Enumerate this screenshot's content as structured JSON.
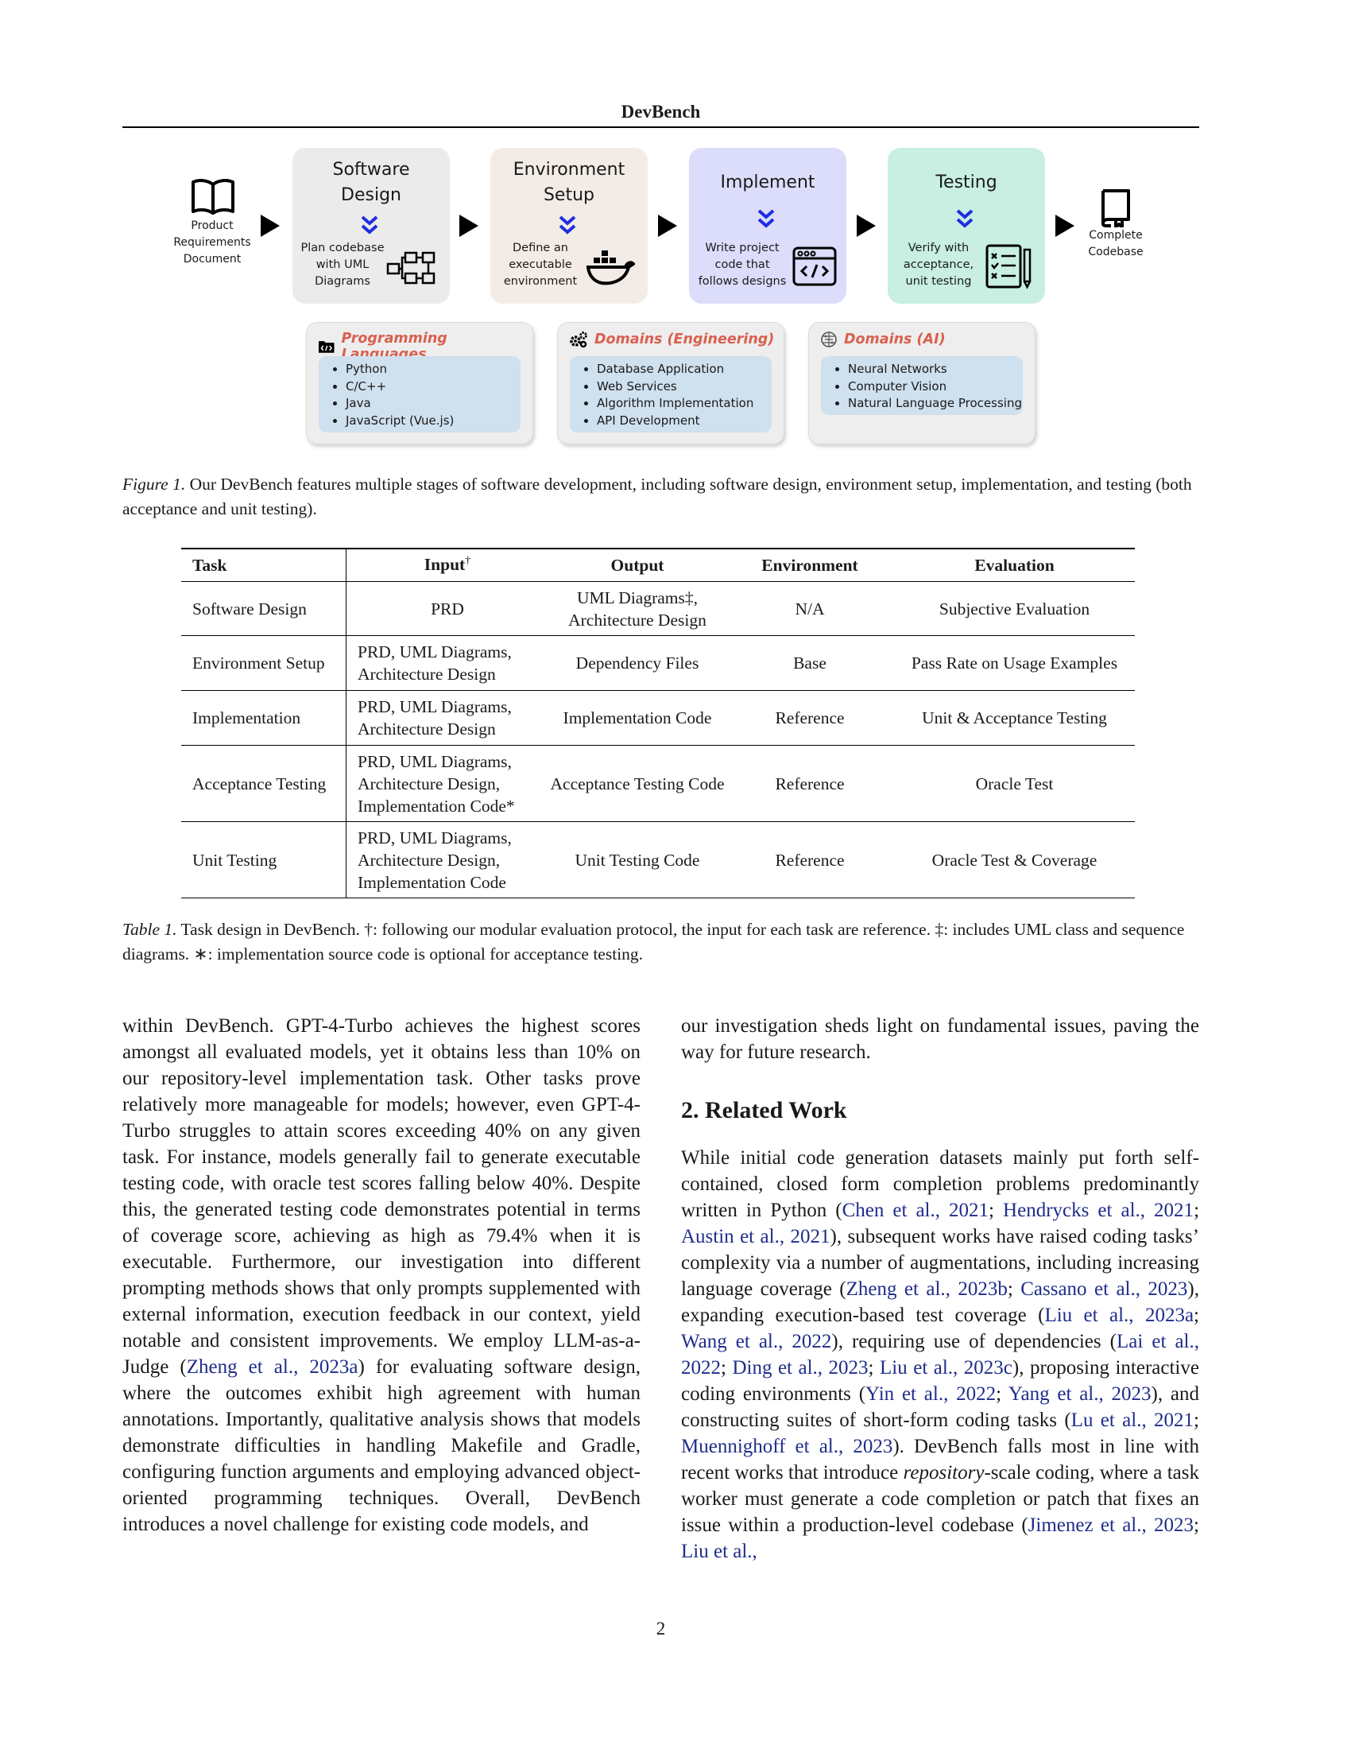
{
  "header": {
    "title": "DevBench"
  },
  "pipeline": {
    "start": {
      "label": "Product Requirements Document",
      "lines": [
        "Product",
        "Requirements",
        "Document"
      ]
    },
    "end": {
      "label": "Complete Codebase",
      "lines": [
        "Complete",
        "Codebase"
      ]
    },
    "stages": [
      {
        "title": "Software Design",
        "title_lines": [
          "Software",
          "Design"
        ],
        "desc_lines": [
          "Plan codebase",
          "with UML",
          "Diagrams"
        ],
        "icon": "uml-diagram-icon",
        "color": "#ebebeb"
      },
      {
        "title": "Environment Setup",
        "title_lines": [
          "Environment",
          "Setup"
        ],
        "desc_lines": [
          "Define an",
          "executable",
          "environment"
        ],
        "icon": "docker-whale-icon",
        "color": "#f3ece6"
      },
      {
        "title": "Implement",
        "title_lines": [
          "Implement"
        ],
        "desc_lines": [
          "Write project",
          "code that",
          "follows designs"
        ],
        "icon": "code-window-icon",
        "color": "#dcdcfb"
      },
      {
        "title": "Testing",
        "title_lines": [
          "Testing"
        ],
        "desc_lines": [
          "Verify with",
          "acceptance,",
          "unit testing"
        ],
        "icon": "checklist-icon",
        "color": "#c8efe1"
      }
    ],
    "chevron_color": "#1f2de0"
  },
  "panels": [
    {
      "title": "Programming Languages",
      "icon": "code-folder-icon",
      "items": [
        "Python",
        "C/C++",
        "Java",
        "JavaScript (Vue.js)"
      ]
    },
    {
      "title": "Domains (Engineering)",
      "icon": "gears-icon",
      "items": [
        "Database Application",
        "Web Services",
        "Algorithm Implementation",
        "API Development"
      ]
    },
    {
      "title": "Domains (AI)",
      "icon": "brain-icon",
      "items": [
        "Neural Networks",
        "Computer Vision",
        "Natural Language Processing"
      ]
    }
  ],
  "figure_caption": {
    "label": "Figure 1.",
    "text": "Our DevBench features multiple stages of software development, including software design, environment setup, implementation, and testing (both acceptance and unit testing)."
  },
  "table": {
    "headers": [
      "Task",
      "Input",
      "Output",
      "Environment",
      "Evaluation"
    ],
    "input_header_mark": "†",
    "rows": [
      {
        "task": "Software Design",
        "input": [
          "PRD"
        ],
        "output": [
          "UML Diagrams‡,",
          "Architecture Design"
        ],
        "environment": "N/A",
        "evaluation": "Subjective Evaluation"
      },
      {
        "task": "Environment Setup",
        "input": [
          "PRD, UML Diagrams,",
          "Architecture Design"
        ],
        "output": [
          "Dependency Files"
        ],
        "environment": "Base",
        "evaluation": "Pass Rate on Usage Examples"
      },
      {
        "task": "Implementation",
        "input": [
          "PRD, UML Diagrams,",
          "Architecture Design"
        ],
        "output": [
          "Implementation Code"
        ],
        "environment": "Reference",
        "evaluation": "Unit & Acceptance Testing"
      },
      {
        "task": "Acceptance Testing",
        "input": [
          "PRD, UML Diagrams,",
          "Architecture Design,",
          "Implementation Code*"
        ],
        "output": [
          "Acceptance Testing Code"
        ],
        "environment": "Reference",
        "evaluation": "Oracle Test"
      },
      {
        "task": "Unit Testing",
        "input": [
          "PRD, UML Diagrams,",
          "Architecture Design,",
          "Implementation Code"
        ],
        "output": [
          "Unit Testing Code"
        ],
        "environment": "Reference",
        "evaluation": "Oracle Test & Coverage"
      }
    ]
  },
  "table_caption": {
    "label": "Table 1.",
    "text": "Task design in DevBench. †: following our modular evaluation protocol, the input for each task are reference. ‡: includes UML class and sequence diagrams. ∗: implementation source code is optional for acceptance testing."
  },
  "left_column": {
    "p1": "within DevBench. GPT-4-Turbo achieves the highest scores amongst all evaluated models, yet it obtains less than 10% on our repository-level implementation task. Other tasks prove relatively more manageable for models; however, even GPT-4-Turbo struggles to attain scores exceeding 40% on any given task. For instance, models generally fail to generate executable testing code, with oracle test scores falling below 40%. Despite this, the generated testing code demonstrates potential in terms of coverage score, achieving as high as 79.4% when it is executable. Furthermore, our investigation into different prompting methods shows that only prompts supplemented with external information, execution feedback in our context, yield notable and consistent improvements. We employ LLM-as-a-Judge (",
    "cite1": "Zheng et al., 2023a",
    "p2": ") for evaluating software design, where the outcomes exhibit high agreement with human annotations. Importantly, qualitative analysis shows that models demonstrate difficulties in handling Makefile and Gradle, configuring function arguments and employing advanced object-oriented programming techniques. Overall, DevBench introduces a novel challenge for existing code models, and"
  },
  "right_column": {
    "intro": "our investigation sheds light on fundamental issues, paving the way for future research.",
    "section_title": "2. Related Work",
    "t1": "While initial code generation datasets mainly put forth self-contained, closed form completion problems predominantly written in Python (",
    "c1": "Chen et al., 2021",
    "s1": "; ",
    "c2": "Hendrycks et al., 2021",
    "s2": "; ",
    "c3": "Austin et al., 2021",
    "t2": "), subsequent works have raised coding tasks’ complexity via a number of augmentations, including increasing language coverage (",
    "c4": "Zheng et al., 2023b",
    "s3": "; ",
    "c5": "Cassano et al., 2023",
    "t3": "), expanding execution-based test coverage (",
    "c6": "Liu et al., 2023a",
    "s4": "; ",
    "c7": "Wang et al., 2022",
    "t4": "), requiring use of dependencies (",
    "c8": "Lai et al., 2022",
    "s5": "; ",
    "c9": "Ding et al., 2023",
    "s6": "; ",
    "c10": "Liu et al., 2023c",
    "t5": "), proposing interactive coding environments (",
    "c11": "Yin et al., 2022",
    "s7": "; ",
    "c12": "Yang et al., 2023",
    "t6": "), and constructing suites of short-form coding tasks (",
    "c13": "Lu et al., 2021",
    "s8": "; ",
    "c14": "Muennighoff et al., 2023",
    "t7": "). DevBench falls most in line with recent works that introduce ",
    "em": "repository",
    "t8": "-scale coding, where a task worker must generate a code completion or patch that fixes an issue within a production-level codebase (",
    "c15": "Jimenez et al., 2023",
    "s9": "; ",
    "c16": "Liu et al.,"
  },
  "page_number": "2"
}
